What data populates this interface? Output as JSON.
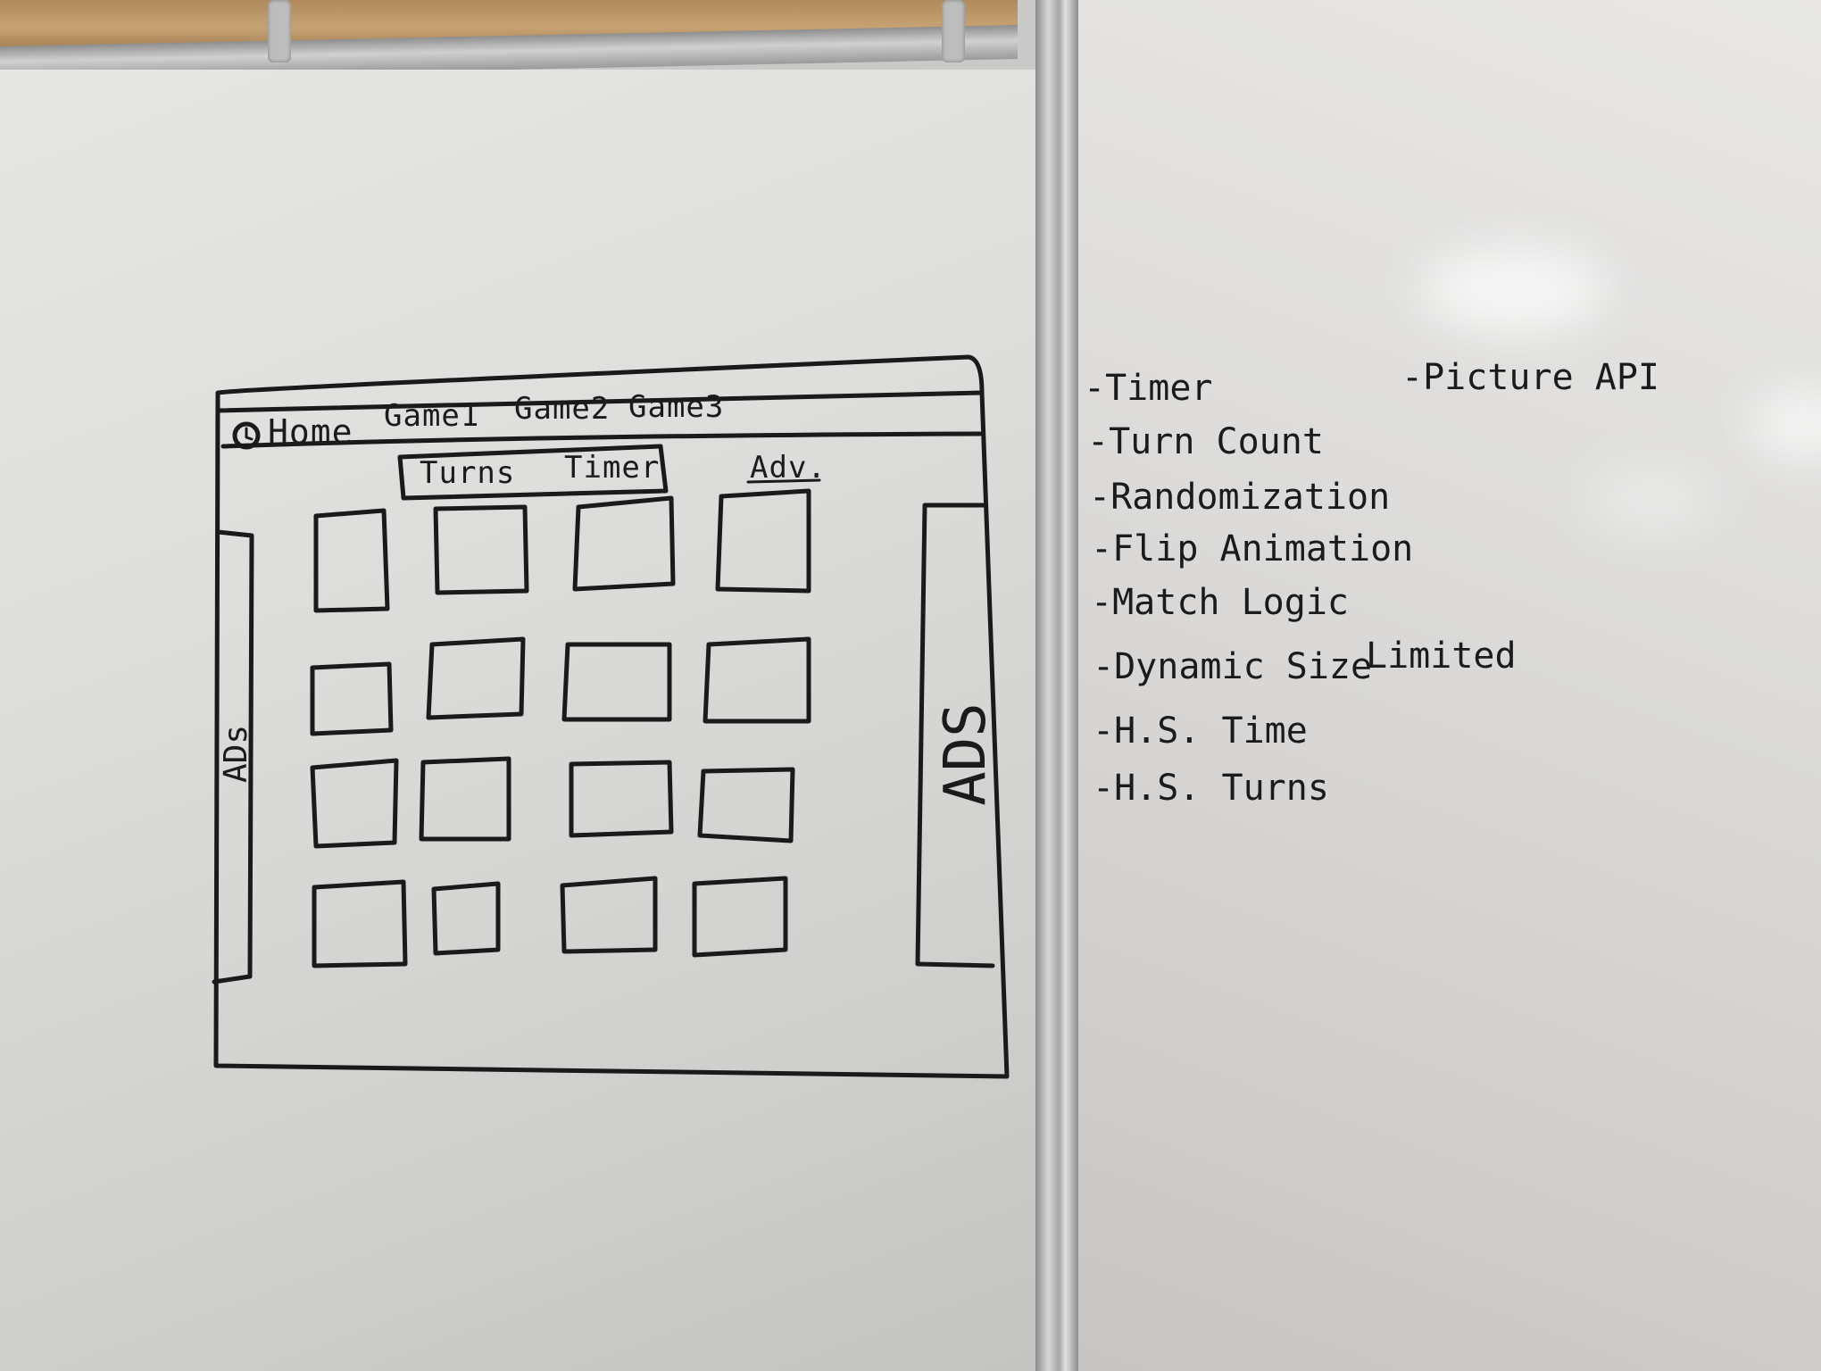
{
  "mockup": {
    "nav": {
      "home": "Home",
      "game1": "Game1",
      "game2": "Game2",
      "game3": "Game3"
    },
    "stats": {
      "turns": "Turns",
      "timer": "Timer",
      "adv": "Adv."
    },
    "ads_left": "ADs",
    "ads_right": "ADS",
    "card_grid": {
      "rows": 4,
      "columns": 4
    }
  },
  "notes": {
    "features": [
      "-Timer",
      "-Turn Count",
      "-Randomization",
      "-Flip Animation",
      "-Match Logic",
      "-Dynamic Size",
      "-H.S. Time",
      "-H.S. Turns"
    ],
    "dynamic_size_extra": "Limited",
    "picture_api": "-Picture API"
  },
  "colors": {
    "marker": "#1a1a1a",
    "board": "#e2e2e0",
    "cork": "#c39d6e"
  }
}
